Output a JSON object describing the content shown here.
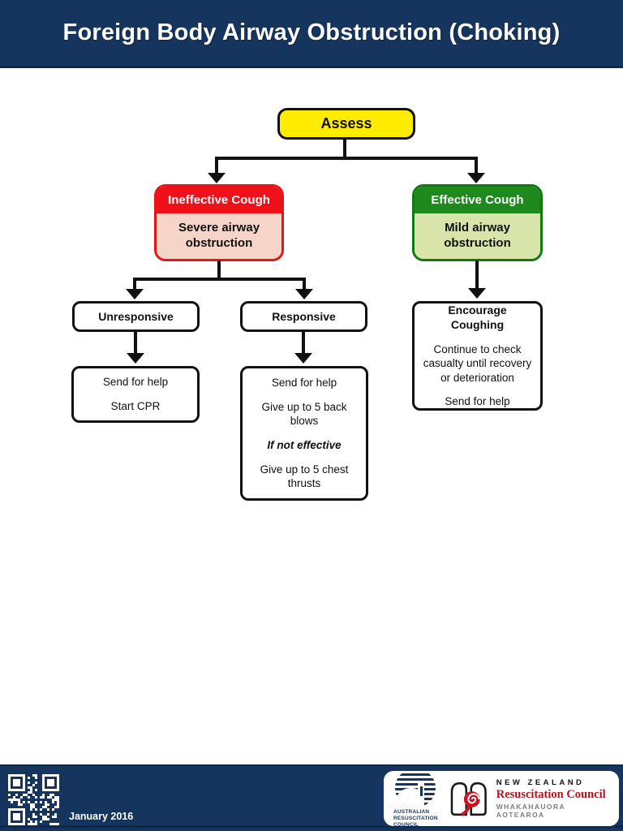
{
  "header": {
    "title": "Foreign Body Airway Obstruction (Choking)"
  },
  "flowchart": {
    "assess": {
      "label": "Assess"
    },
    "ineffective": {
      "title": "Ineffective Cough",
      "body": "Severe airway obstruction"
    },
    "effective": {
      "title": "Effective Cough",
      "body": "Mild airway obstruction"
    },
    "unresponsive": {
      "label": "Unresponsive"
    },
    "responsive": {
      "label": "Responsive"
    },
    "unresponsive_actions": {
      "line1": "Send for help",
      "line2": "Start CPR"
    },
    "responsive_actions": {
      "line1": "Send for help",
      "line2": "Give up to 5 back blows",
      "line3": "If not effective",
      "line4": "Give up to 5 chest thrusts"
    },
    "encourage": {
      "title": "Encourage Coughing",
      "line1": "Continue to check casualty until recovery or deterioration",
      "line2": "Send for help"
    }
  },
  "footer": {
    "date": "January 2016",
    "qr_icon": "qr-code",
    "arc_logo": {
      "line1": "AUSTRALIAN",
      "line2": "RESUSCITATION",
      "line3": "COUNCIL"
    },
    "nzrc_logo": {
      "line1": "NEW ZEALAND",
      "line2": "Resuscitation Council",
      "line3": "WHAKAHAUORA AOTEAROA"
    }
  },
  "colors": {
    "navy": "#16355e",
    "navy_dark": "#0d2848",
    "assess_yellow": "#ffec00",
    "alert_red": "#f01019",
    "alert_red_body": "#f7d4c8",
    "safe_green": "#1e8a1e",
    "safe_green_body": "#d9e4aa",
    "nz_red": "#b5121b",
    "line_black": "#111111"
  }
}
